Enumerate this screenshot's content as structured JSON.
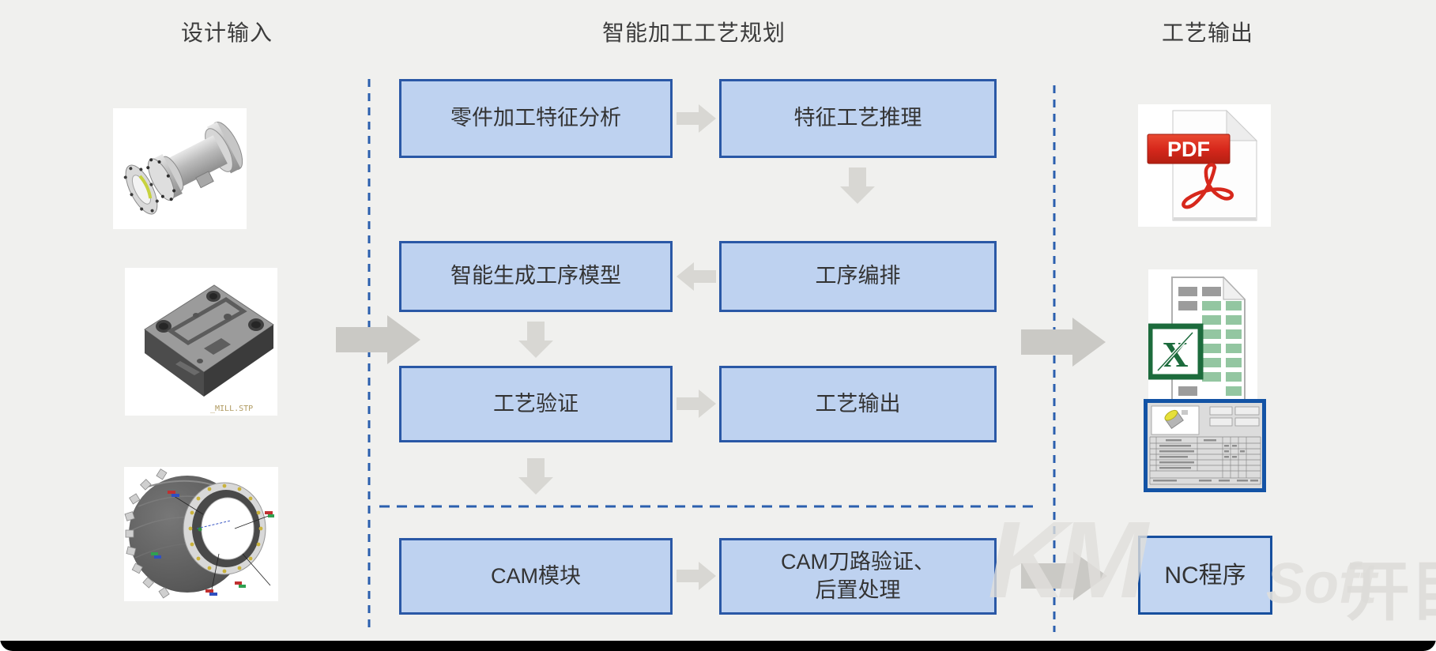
{
  "headers": {
    "left": "设计输入",
    "middle": "智能加工工艺规划",
    "right": "工艺输出"
  },
  "flow": {
    "row1_left": "零件加工特征分析",
    "row1_right": "特征工艺推理",
    "row2_left": "智能生成工序模型",
    "row2_right": "工序编排",
    "row3_left": "工艺验证",
    "row3_right": "工艺输出",
    "row4_left": "CAM模块",
    "row4_right_line1": "CAM刀路验证、",
    "row4_right_line2": "后置处理"
  },
  "outputs": {
    "pdf_label": "PDF",
    "excel_x": "X",
    "nc_label": "NC程序"
  },
  "design_inputs": {
    "caption2": "_MILL.STP"
  },
  "watermark": {
    "km": "KM",
    "soft": "Soft",
    "kaimu": "开目"
  },
  "colors": {
    "background": "#f0f0ee",
    "box_fill": "#bed2f0",
    "box_border": "#2a58a6",
    "dashed_line": "#2b5fae",
    "big_arrow": "#cac9c5",
    "small_arrow": "#d8d7d3",
    "pdf_red": "#d7281c",
    "excel_green": "#1c6b3c",
    "card_border": "#1353a5",
    "text": "#333333"
  }
}
